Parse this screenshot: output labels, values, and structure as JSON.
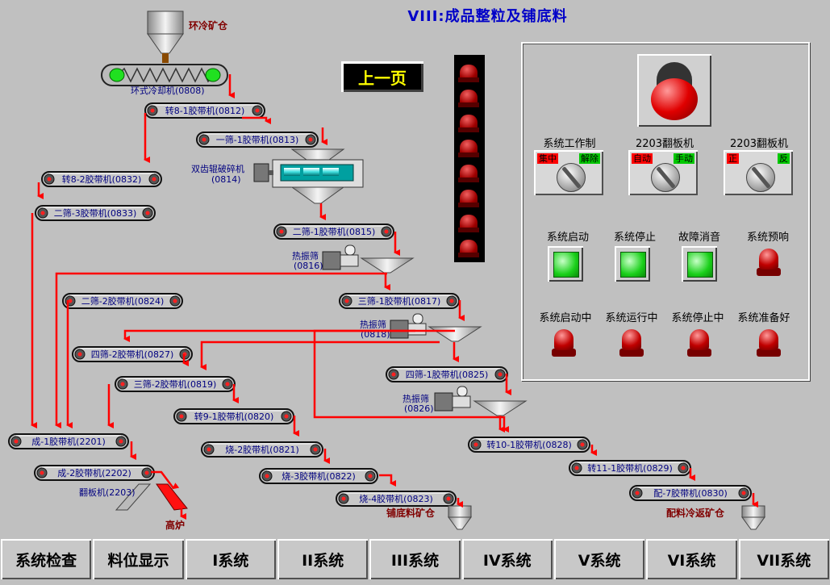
{
  "title": "VIII:成品整粒及铺底料",
  "prev_page": "上一页",
  "equipment": {
    "cooler_bin": "环冷矿仓",
    "cooler": "环式冷却机(0808)",
    "b0812": "转8-1胶带机(0812)",
    "b0813": "一筛-1胶带机(0813)",
    "crusher": "双齿辊破碎机",
    "crusher_code": "(0814)",
    "b0832": "转8-2胶带机(0832)",
    "b0833": "二筛-3胶带机(0833)",
    "b0815": "二筛-1胶带机(0815)",
    "screen0816": "热振筛",
    "screen0816_code": "(0816)",
    "b0824": "二筛-2胶带机(0824)",
    "b0817": "三筛-1胶带机(0817)",
    "screen0818": "热振筛",
    "screen0818_code": "(0818)",
    "b0827": "四筛-2胶带机(0827)",
    "b0825": "四筛-1胶带机(0825)",
    "b0819": "三筛-2胶带机(0819)",
    "screen0826": "热振筛",
    "screen0826_code": "(0826)",
    "b0820": "转9-1胶带机(0820)",
    "b2201": "成-1胶带机(2201)",
    "b0828": "转10-1胶带机(0828)",
    "b0821": "烧-2胶带机(0821)",
    "b2202": "成-2胶带机(2202)",
    "b0829": "转11-1胶带机(0829)",
    "b0822": "烧-3胶带机(0822)",
    "flap2203": "翻板机(2203)",
    "b0830": "配-7胶带机(0830)",
    "b0823": "烧-4胶带机(0823)",
    "blast_furnace": "高炉",
    "hearth_bin": "铺底料矿仓",
    "return_bin": "配料冷返矿仓"
  },
  "panel": {
    "switch1_label": "系统工作制",
    "switch1_left": "集中",
    "switch1_right": "解除",
    "switch2_label": "2203翻板机",
    "switch2_left": "自动",
    "switch2_right": "手动",
    "switch3_label": "2203翻板机",
    "switch3_left": "正",
    "switch3_right": "反",
    "btn_start": "系统启动",
    "btn_stop": "系统停止",
    "btn_silence": "故障消音",
    "lamp_prewarn": "系统预响",
    "lamp_starting": "系统启动中",
    "lamp_running": "系统运行中",
    "lamp_stopping": "系统停止中",
    "lamp_ready": "系统准备好"
  },
  "nav": [
    "系统检查",
    "料位显示",
    "I系统",
    "II系统",
    "III系统",
    "IV系统",
    "V系统",
    "VI系统",
    "VII系统"
  ],
  "colors": {
    "background": "#c0c0c0",
    "flow": "#ff0000",
    "label": "#000080",
    "title": "#0000c8",
    "equipment_label": "#800000"
  }
}
